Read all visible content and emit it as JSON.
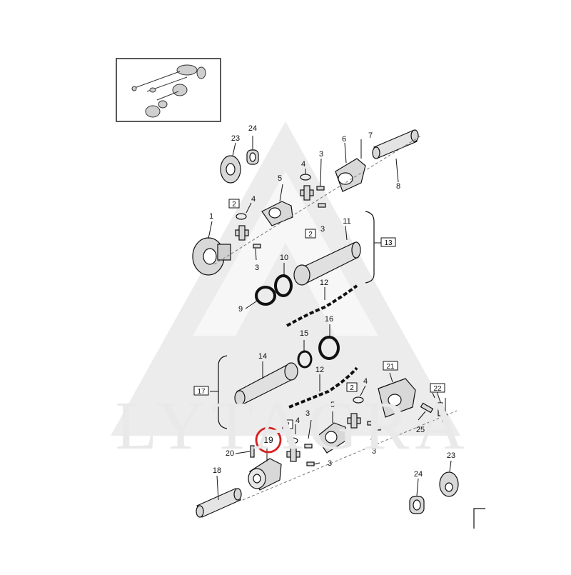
{
  "watermark": {
    "text": "LYTAGRA"
  },
  "highlight": {
    "label": "19",
    "color": "#d62020"
  },
  "callouts": {
    "c1": "1",
    "c2a": "2",
    "c2b": "2",
    "c2c": "2",
    "c2d": "2",
    "c3a": "3",
    "c3b": "3",
    "c3c": "3",
    "c3d": "3",
    "c3e": "3",
    "c3f": "3",
    "c4a": "4",
    "c4b": "4",
    "c4c": "4",
    "c4d": "4",
    "c5a": "5",
    "c5b": "5",
    "c6": "6",
    "c7": "7",
    "c8": "8",
    "c9": "9",
    "c10": "10",
    "c11": "11",
    "c12a": "12",
    "c12b": "12",
    "c13": "13",
    "c14": "14",
    "c15": "15",
    "c16": "16",
    "c17": "17",
    "c18": "18",
    "c20": "20",
    "c21": "21",
    "c22": "22",
    "c23a": "23",
    "c23b": "23",
    "c24a": "24",
    "c24b": "24",
    "c25": "25"
  }
}
